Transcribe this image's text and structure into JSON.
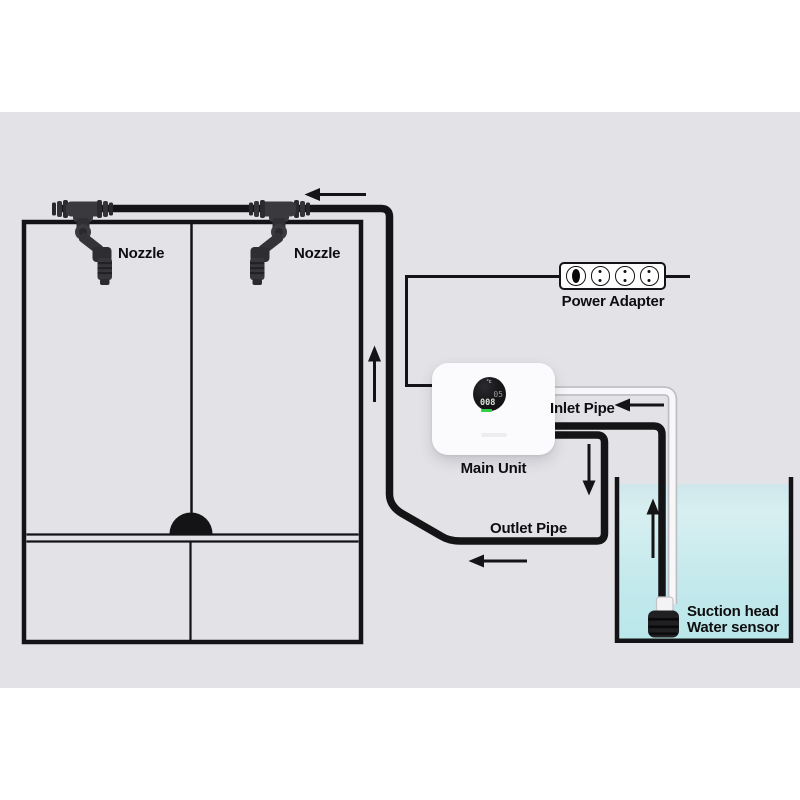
{
  "labels": {
    "nozzle_left": "Nozzle",
    "nozzle_right": "Nozzle",
    "power_adapter": "Power Adapter",
    "main_unit": "Main Unit",
    "inlet_pipe": "Inlet Pipe",
    "outlet_pipe": "Outlet Pipe",
    "suction_line1": "Suction head",
    "suction_line2": "Water sensor"
  },
  "main_unit_display": {
    "temp_icon": "°c",
    "secondary_value": "05",
    "primary_value": "008",
    "accent_color": "#2fcf46"
  },
  "colors": {
    "canvas_bg": "#e3e3e7",
    "line": "#141416",
    "water_top": "#cfe7eb",
    "water_mid": "#d8eff1",
    "water_bottom": "#bae7ea",
    "tube_outline": "#bdbdc2",
    "tube_fill": "#f7f7f9"
  },
  "icons": {
    "flow_arrow": "black triangle arrow",
    "socket": "circle with two pin holes",
    "plug": "filled black oval in socket",
    "nozzle": "T-fitting with downward mist nozzle",
    "suction_head": "black cylinder with white connector"
  }
}
